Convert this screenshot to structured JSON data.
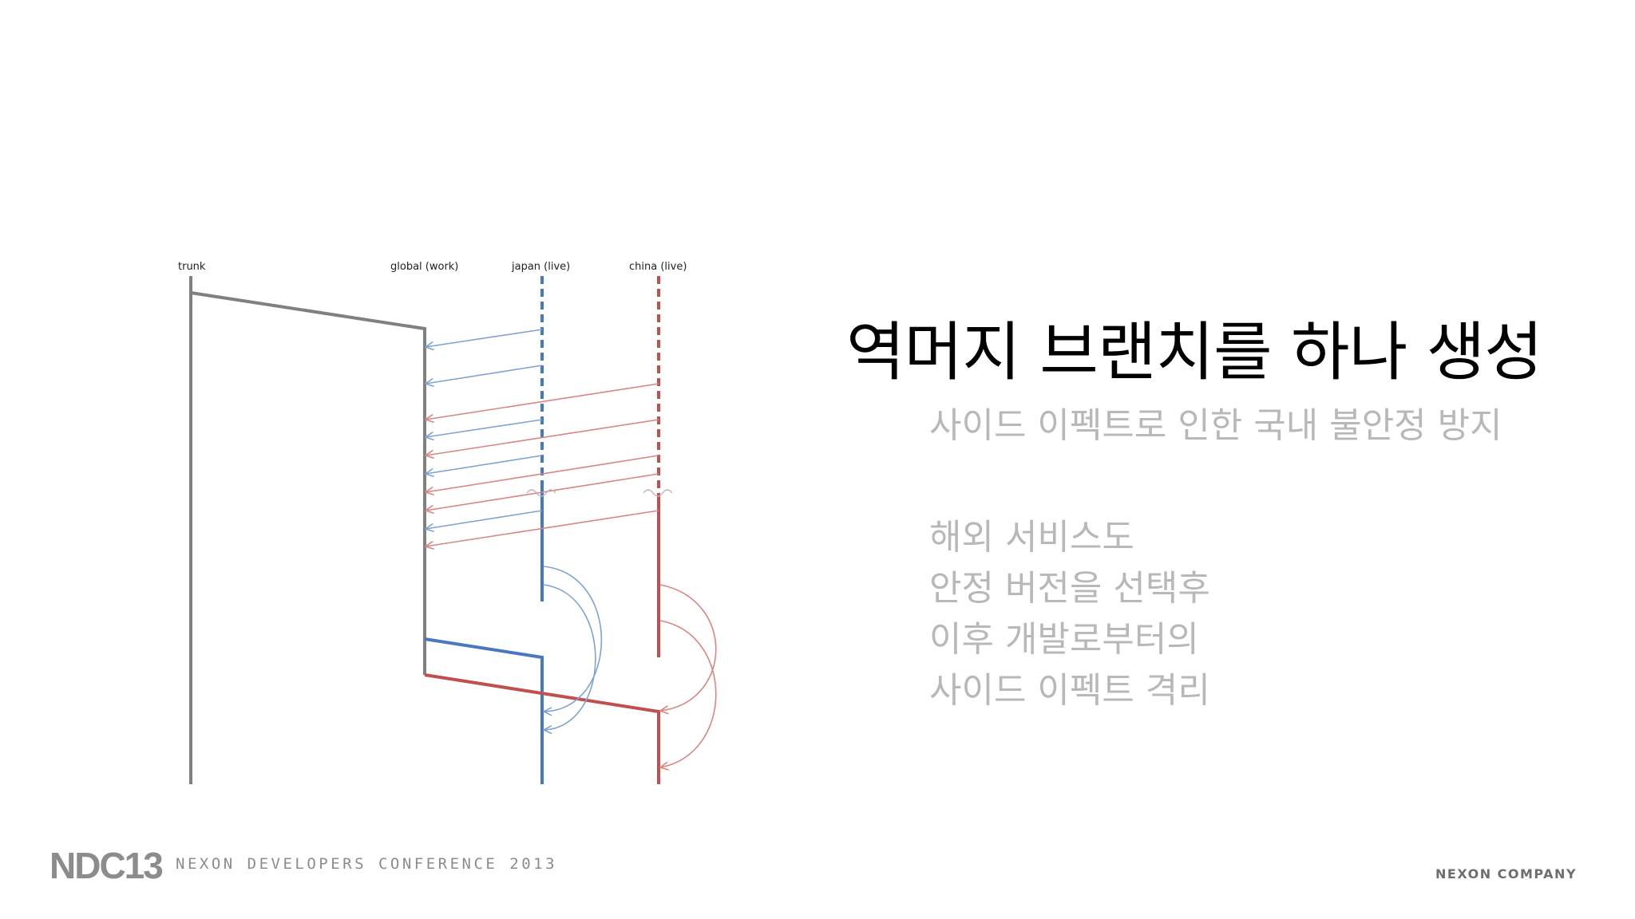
{
  "slide": {
    "title": "역머지 브랜치를 하나 생성",
    "subtitle": "사이드 이펙트로 인한 국내 불안정 방지",
    "body_lines": [
      "해외 서비스도",
      "안정 버전을 선택후",
      "이후 개발로부터의",
      "사이드 이펙트 격리"
    ]
  },
  "diagram": {
    "branches": [
      {
        "name": "trunk",
        "color": "#808080"
      },
      {
        "name": "global (work)",
        "color": "#808080"
      },
      {
        "name": "japan (live)",
        "color": "#4a78c0"
      },
      {
        "name": "china (live)",
        "color": "#c0504d"
      }
    ]
  },
  "colors": {
    "title": "#000000",
    "muted_text": "#b8b8b8",
    "trunk": "#808080",
    "japan": "#4a78c0",
    "japan_light": "#7fa3cf",
    "china": "#c0504d",
    "china_light": "#d98583"
  },
  "footer": {
    "logo": "NDC13",
    "conference": "NEXON DEVELOPERS CONFERENCE 2013",
    "company": "NEXON COMPANY"
  }
}
